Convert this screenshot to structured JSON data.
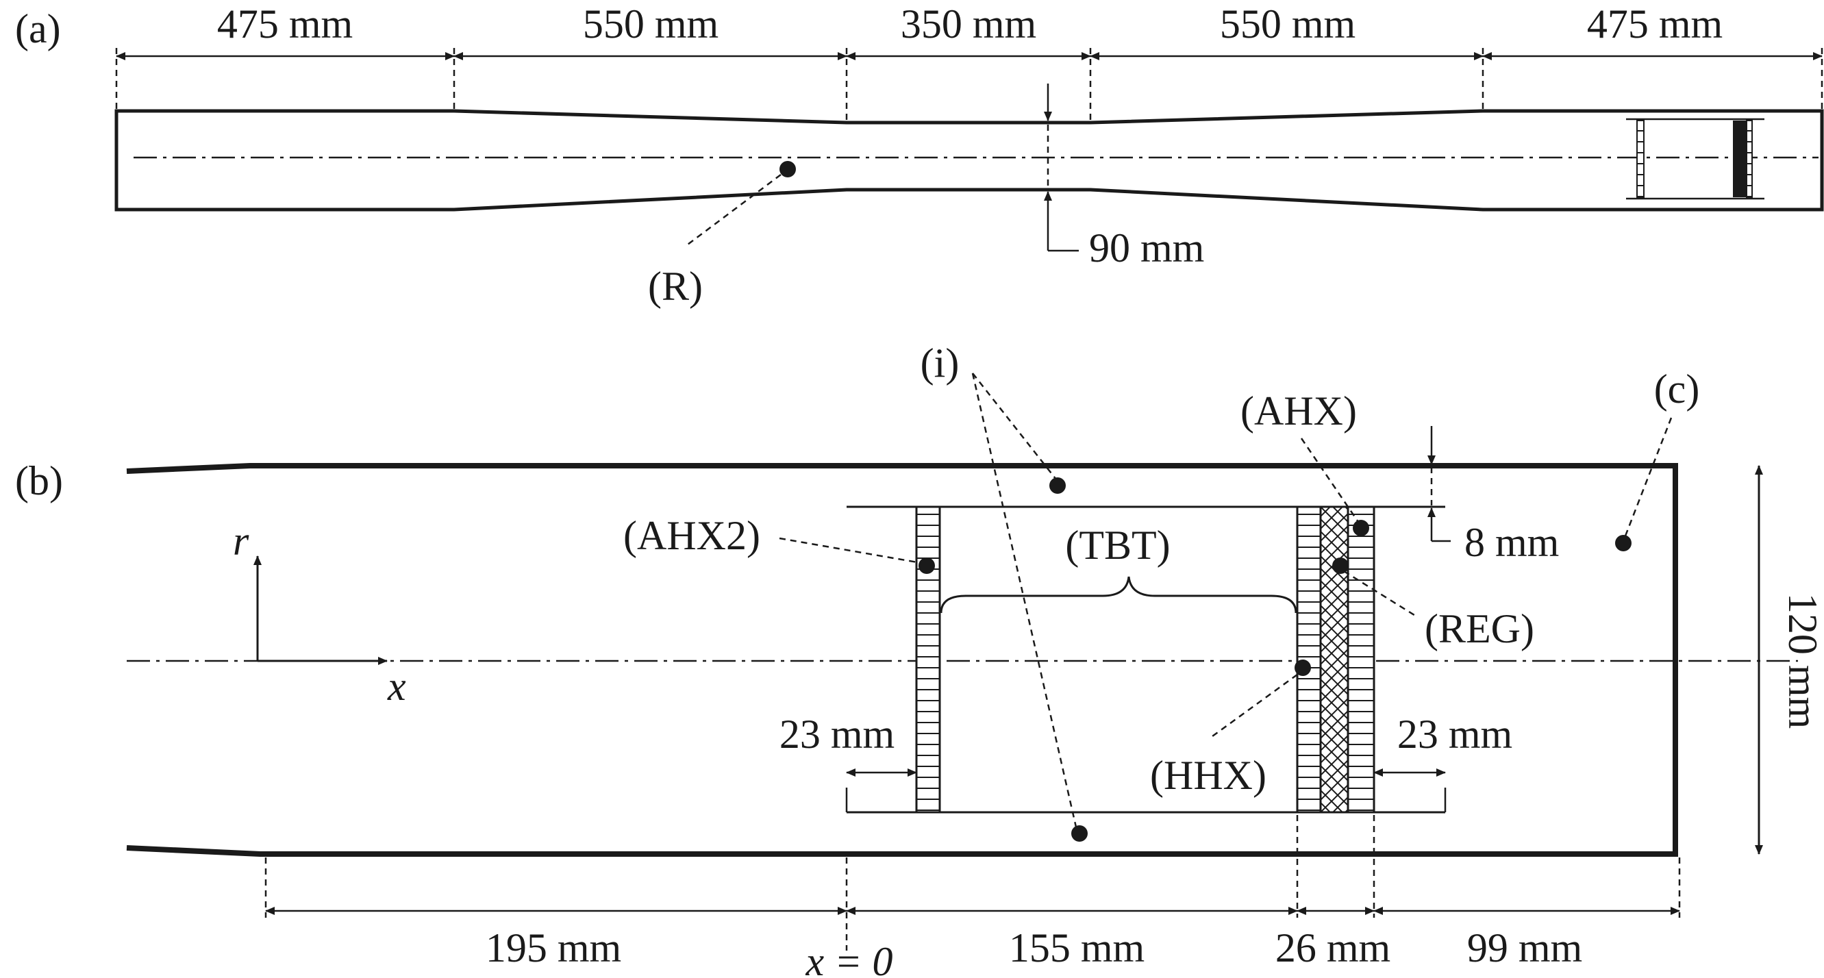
{
  "panel_a": {
    "panel_label": "(a)",
    "segment_labels": [
      "475 mm",
      "550 mm",
      "350 mm",
      "550 mm",
      "475 mm"
    ],
    "diameter_label": "90 mm",
    "resonator_label": "(R)"
  },
  "panel_b": {
    "panel_label": "(b)",
    "label_i": "(i)",
    "label_ahx": "(AHX)",
    "label_c": "(c)",
    "label_ahx2": "(AHX2)",
    "label_tbt": "(TBT)",
    "gap_label": "8 mm",
    "label_reg": "(REG)",
    "diameter_label": "120 mm",
    "label_hhx": "(HHX)",
    "left_offset_label": "23 mm",
    "right_offset_label": "23 mm",
    "axis_r": "r",
    "axis_x": "x",
    "bottom_labels": [
      "195 mm",
      "155 mm",
      "26 mm",
      "99 mm"
    ],
    "origin_label": "x = 0"
  }
}
